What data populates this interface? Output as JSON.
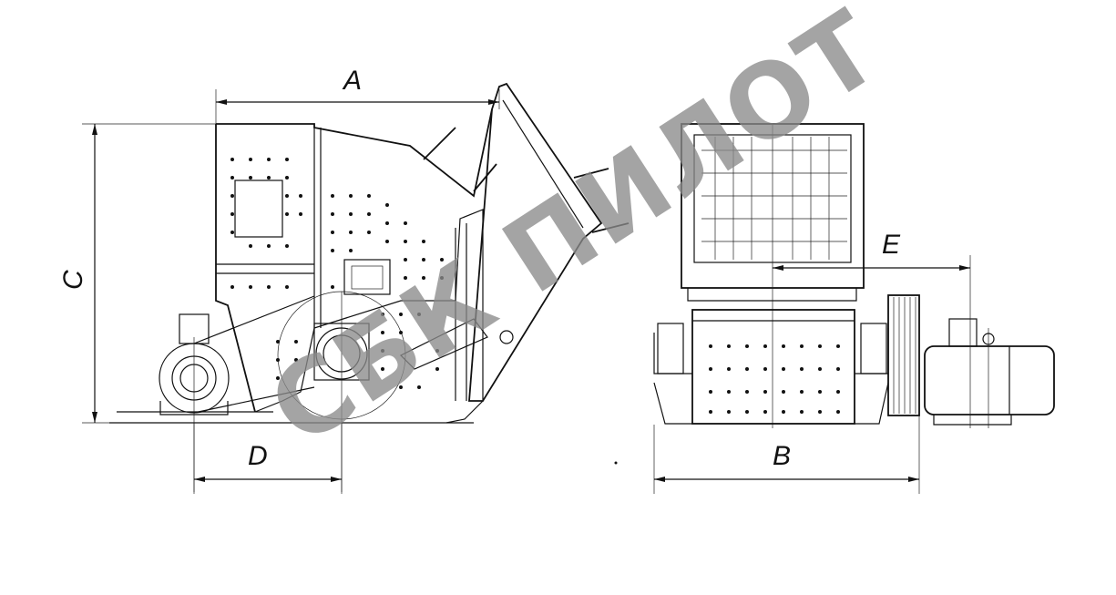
{
  "dimensions": {
    "A": "A",
    "B": "B",
    "C": "C",
    "D": "D",
    "E": "E"
  },
  "watermark": {
    "text": "СБК ПИЛОТ",
    "color": "#8a8a8a"
  },
  "line_color": "#111111",
  "background": "#ffffff"
}
